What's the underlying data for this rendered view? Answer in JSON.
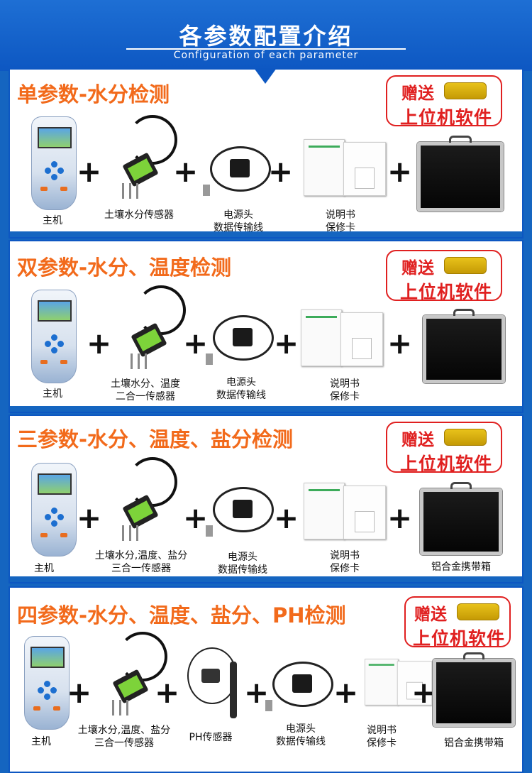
{
  "header": {
    "title": "各参数配置介绍",
    "subtitle": "Configuration of each parameter"
  },
  "gift": {
    "line1": "赠送",
    "line2": "上位机软件"
  },
  "plus_sign": "+",
  "sections": [
    {
      "title": "单参数-水分检测",
      "labels": {
        "host": "主机",
        "sensor": [
          "土壤水分传感器"
        ],
        "cable": [
          "电源头",
          "数据传输线"
        ],
        "manual": [
          "说明书",
          "保修卡"
        ]
      }
    },
    {
      "title": "双参数-水分、温度检测",
      "labels": {
        "host": "主机",
        "sensor": [
          "土壤水分、温度",
          "二合一传感器"
        ],
        "cable": [
          "电源头",
          "数据传输线"
        ],
        "manual": [
          "说明书",
          "保修卡"
        ]
      }
    },
    {
      "title": "三参数-水分、温度、盐分检测",
      "labels": {
        "host": "主机",
        "sensor": [
          "土壤水分,温度、盐分",
          "三合一传感器"
        ],
        "cable": [
          "电源头",
          "数据传输线"
        ],
        "manual": [
          "说明书",
          "保修卡"
        ],
        "case": "铝合金携带箱"
      }
    },
    {
      "title": "四参数-水分、温度、盐分、PH检测",
      "labels": {
        "host": "主机",
        "sensor": [
          "土壤水分,温度、盐分",
          "三合一传感器"
        ],
        "ph": "PH传感器",
        "cable": [
          "电源头",
          "数据传输线"
        ],
        "manual": [
          "说明书",
          "保修卡"
        ],
        "case": "铝合金携带箱"
      }
    }
  ]
}
